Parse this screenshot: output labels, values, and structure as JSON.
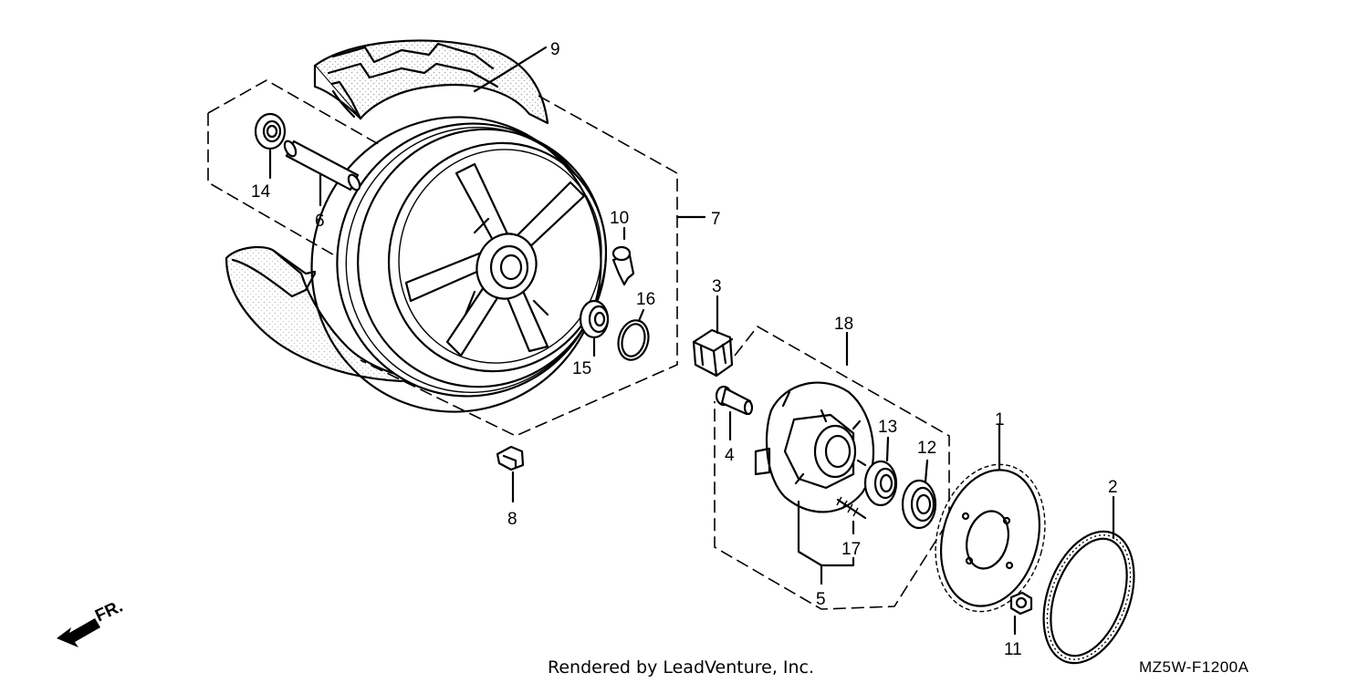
{
  "callouts": {
    "c1": "1",
    "c2": "2",
    "c3": "3",
    "c4": "4",
    "c5": "5",
    "c6": "6",
    "c7": "7",
    "c8": "8",
    "c9": "9",
    "c10": "10",
    "c11": "11",
    "c12": "12",
    "c13": "13",
    "c14": "14",
    "c15": "15",
    "c16": "16",
    "c17": "17",
    "c18": "18"
  },
  "direction_label": "FR.",
  "footer": {
    "credit": "Rendered by LeadVenture, Inc.",
    "diagram_code": "MZ5W-F1200A"
  },
  "colors": {
    "line": "#000000",
    "background": "#ffffff"
  }
}
